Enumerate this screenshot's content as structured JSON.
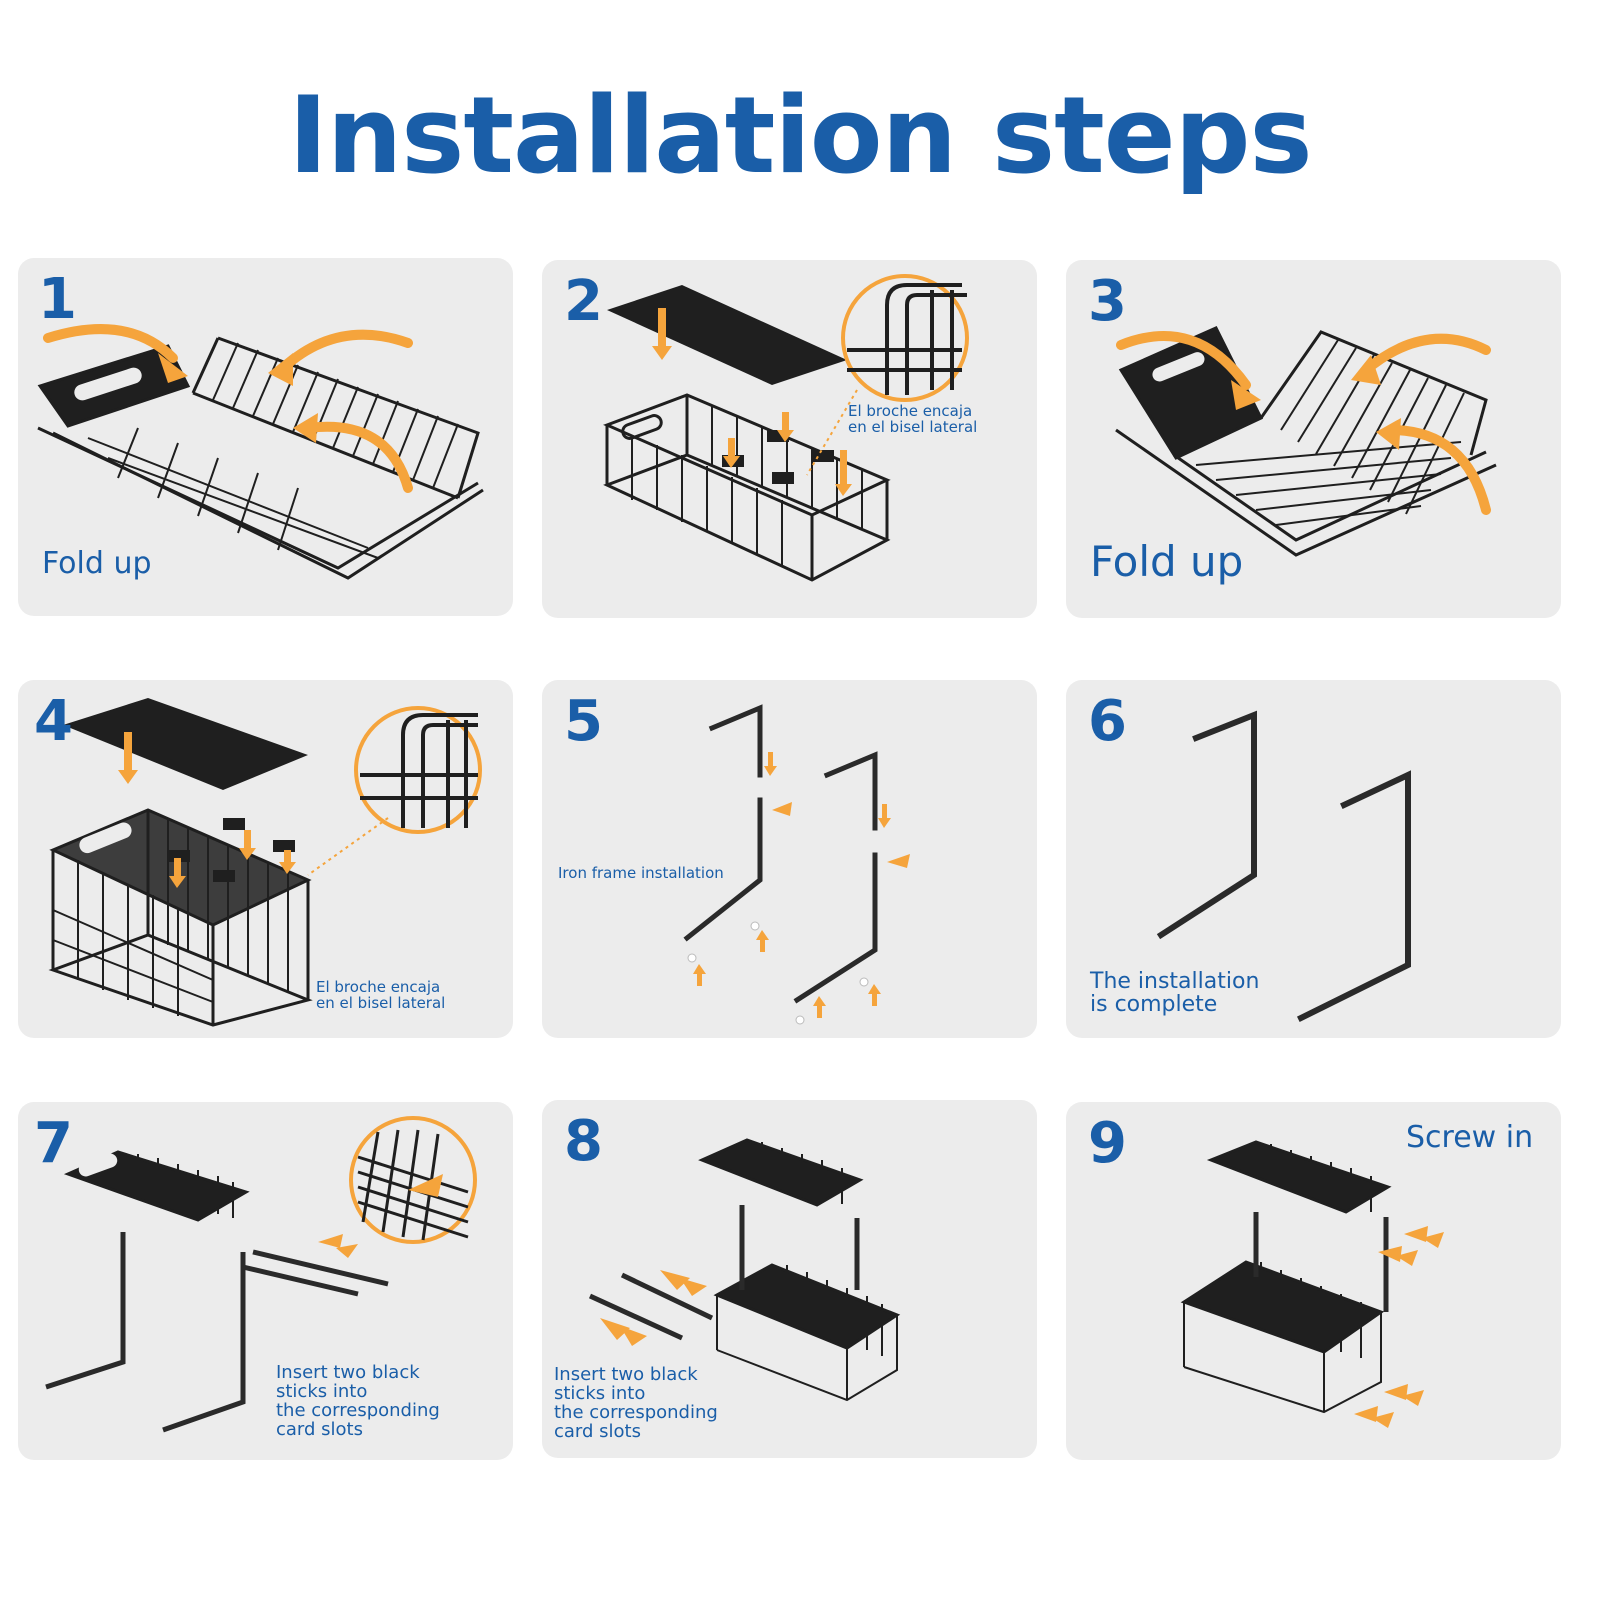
{
  "title": "Installation steps",
  "colors": {
    "brand_blue": "#1a5ea8",
    "accent_orange": "#f5a43c",
    "panel": "#ececec",
    "ink": "#1f1f1f"
  },
  "steps": [
    {
      "number": "1",
      "caption": "Fold up",
      "icon": "basket-folding"
    },
    {
      "number": "2",
      "caption": "El broche encaja\n en el bisel lateral",
      "icon": "shelf-clip"
    },
    {
      "number": "3",
      "caption": "Fold up",
      "icon": "basket-folding"
    },
    {
      "number": "4",
      "caption": "El broche encaja\n en el bisel lateral",
      "icon": "shelf-clip"
    },
    {
      "number": "5",
      "caption": "Iron frame installation",
      "icon": "frame-assembly"
    },
    {
      "number": "6",
      "caption": "The installation\nis complete",
      "icon": "frame-complete"
    },
    {
      "number": "7",
      "caption": "Insert two black\nsticks into\n the corresponding\ncard slots",
      "icon": "rod-insert"
    },
    {
      "number": "8",
      "caption": "Insert two black\nsticks into\n the corresponding\ncard slots",
      "icon": "rod-insert"
    },
    {
      "number": "9",
      "caption": "Screw in",
      "icon": "two-tier-rack"
    }
  ]
}
